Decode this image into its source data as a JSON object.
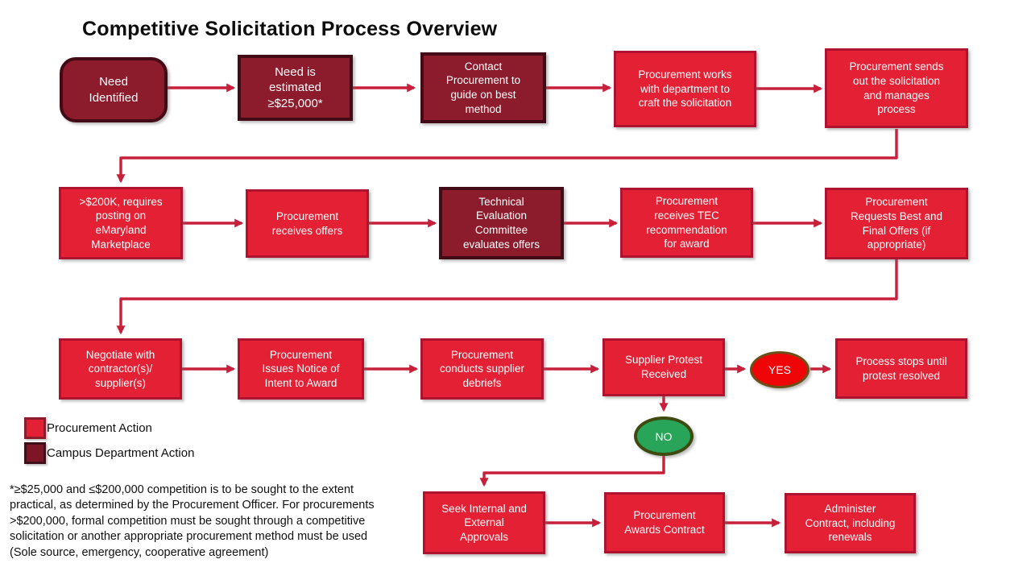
{
  "title": "Competitive Solicitation Process Overview",
  "diagram": {
    "type": "flowchart",
    "nodes": {
      "need_identified": {
        "label": "Need\nIdentified",
        "category": "campus-department"
      },
      "need_estimated": {
        "label": "Need is\nestimated\n≥$25,000*",
        "category": "campus-department"
      },
      "contact_procurement": {
        "label": "Contact\nProcurement to\nguide on best\nmethod",
        "category": "campus-department"
      },
      "craft_solicitation": {
        "label": "Procurement works\nwith department to\ncraft the solicitation",
        "category": "procurement"
      },
      "sends_solicitation": {
        "label": "Procurement sends\nout the solicitation\nand manages\nprocess",
        "category": "procurement"
      },
      "emaryland_posting": {
        "label": ">$200K, requires\nposting on\neMaryland\nMarketplace",
        "category": "procurement"
      },
      "receives_offers": {
        "label": "Procurement\nreceives offers",
        "category": "procurement"
      },
      "tec_evaluates": {
        "label": "Technical\nEvaluation\nCommittee\nevaluates offers",
        "category": "campus-department"
      },
      "tec_recommendation": {
        "label": "Procurement\nreceives TEC\nrecommendation\nfor award",
        "category": "procurement"
      },
      "best_final_offers": {
        "label": "Procurement\nRequests Best and\nFinal Offers (if\nappropriate)",
        "category": "procurement"
      },
      "negotiate": {
        "label": "Negotiate with\ncontractor(s)/\nsupplier(s)",
        "category": "procurement"
      },
      "notice_of_intent": {
        "label": "Procurement\nIssues Notice of\nIntent to Award",
        "category": "procurement"
      },
      "supplier_debriefs": {
        "label": "Procurement\nconducts supplier\ndebriefs",
        "category": "procurement"
      },
      "supplier_protest": {
        "label": "Supplier Protest\nReceived",
        "category": "procurement"
      },
      "decision_yes": {
        "label": "YES",
        "category": "decision"
      },
      "process_stops": {
        "label": "Process stops until\nprotest resolved",
        "category": "procurement"
      },
      "decision_no": {
        "label": "NO",
        "category": "decision"
      },
      "seek_approvals": {
        "label": "Seek Internal and\nExternal\nApprovals",
        "category": "procurement"
      },
      "awards_contract": {
        "label": "Procurement\nAwards Contract",
        "category": "procurement"
      },
      "administer_contract": {
        "label": "Administer\nContract, including\nrenewals",
        "category": "procurement"
      }
    }
  },
  "legend": {
    "items": [
      {
        "label": "Procurement Action",
        "color": "#e42035"
      },
      {
        "label": "Campus Department Action",
        "color": "#7c1626"
      }
    ]
  },
  "footnote": "*≥$25,000 and ≤$200,000 competition is to be sought to the extent\npractical, as determined by the Procurement Officer.  For procurements\n>$200,000, formal competition must be sought through a competitive\nsolicitation or another appropriate procurement method must be used\n(Sole source, emergency, cooperative agreement)",
  "colors": {
    "procurement_fill": "#e42035",
    "procurement_border": "#b01330",
    "campus_fill": "#8c1b2c",
    "campus_border": "#430b15",
    "yes_fill": "#ef0408",
    "yes_border": "#6b4f18",
    "no_fill": "#28a558",
    "no_border": "#3e4b10",
    "connector": "#c7203a",
    "title_text": "#0d0d0d"
  }
}
